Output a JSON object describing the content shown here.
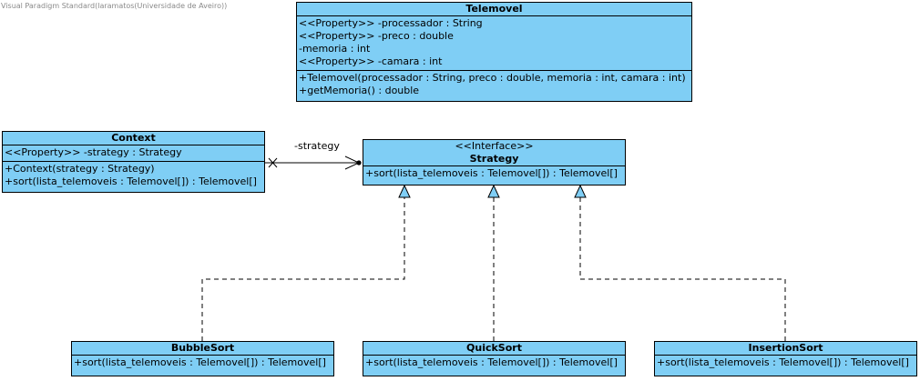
{
  "watermark": "Visual Paradigm Standard(laramatos(Universidade de Aveiro))",
  "classes": {
    "telemovel": {
      "name": "Telemovel",
      "attributes": [
        "<<Property>> -processador : String",
        "<<Property>> -preco : double",
        "-memoria : int",
        "<<Property>> -camara : int"
      ],
      "operations": [
        "+Telemovel(processador : String, preco : double, memoria : int, camara : int)",
        "+getMemoria() : double"
      ]
    },
    "context": {
      "name": "Context",
      "attributes": [
        "<<Property>> -strategy : Strategy"
      ],
      "operations": [
        "+Context(strategy : Strategy)",
        "+sort(lista_telemoveis : Telemovel[]) : Telemovel[]"
      ]
    },
    "strategy": {
      "stereotype": "<<Interface>>",
      "name": "Strategy",
      "operations": [
        "+sort(lista_telemoveis : Telemovel[]) : Telemovel[]"
      ]
    },
    "bubblesort": {
      "name": "BubbleSort",
      "operations": [
        "+sort(lista_telemoveis : Telemovel[]) : Telemovel[]"
      ]
    },
    "quicksort": {
      "name": "QuickSort",
      "operations": [
        "+sort(lista_telemoveis : Telemovel[]) : Telemovel[]"
      ]
    },
    "insertionsort": {
      "name": "InsertionSort",
      "operations": [
        "+sort(lista_telemoveis : Telemovel[]) : Telemovel[]"
      ]
    }
  },
  "associations": {
    "context_strategy": {
      "role": "-strategy"
    }
  },
  "colors": {
    "class_fill": "#7fcef5",
    "border": "#000000"
  }
}
